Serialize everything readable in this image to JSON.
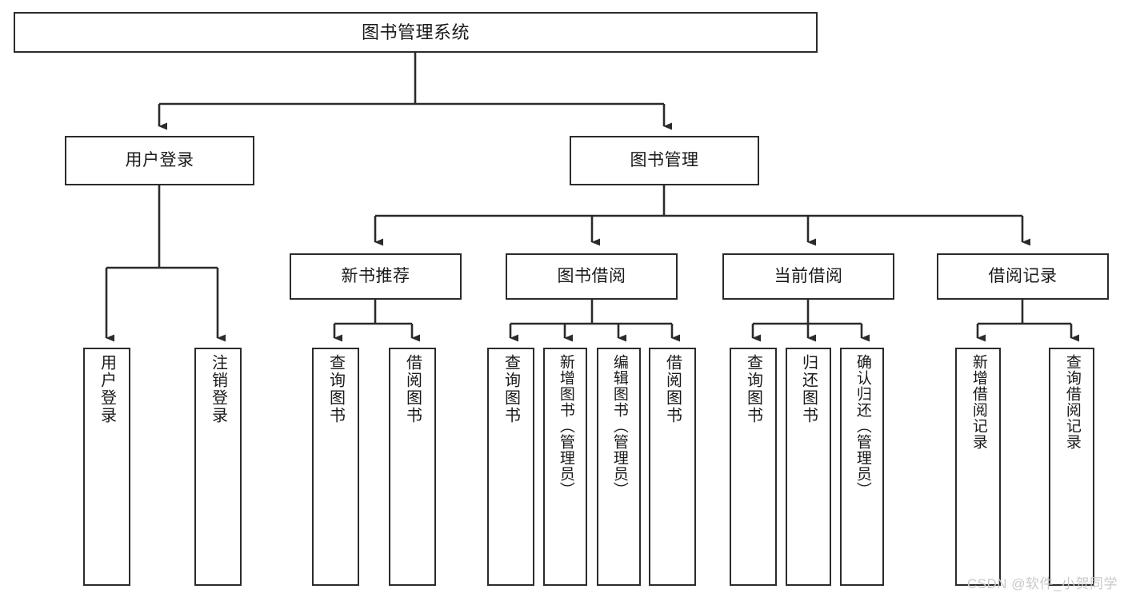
{
  "diagram": {
    "title": "图书管理系统",
    "type": "tree-hierarchy",
    "root": {
      "label": "图书管理系统"
    },
    "level1": [
      {
        "label": "用户登录"
      },
      {
        "label": "图书管理"
      }
    ],
    "level2": [
      {
        "label": "新书推荐"
      },
      {
        "label": "图书借阅"
      },
      {
        "label": "当前借阅"
      },
      {
        "label": "借阅记录"
      }
    ],
    "leaves": {
      "user_login": [
        {
          "label": "用户登录"
        },
        {
          "label": "注销登录"
        }
      ],
      "new_book_recommend": [
        {
          "label": "查询图书"
        },
        {
          "label": "借阅图书"
        }
      ],
      "book_borrow": [
        {
          "label": "查询图书"
        },
        {
          "label": "新增图书（管理员）"
        },
        {
          "label": "编辑图书（管理员）"
        },
        {
          "label": "借阅图书"
        }
      ],
      "current_borrow": [
        {
          "label": "查询图书"
        },
        {
          "label": "归还图书"
        },
        {
          "label": "确认归还（管理员）"
        }
      ],
      "borrow_record": [
        {
          "label": "新增借阅记录"
        },
        {
          "label": "查询借阅记录"
        }
      ]
    }
  },
  "watermark": {
    "text": "CSDN @软件_小贺同学"
  },
  "colors": {
    "border": "#2b2b2b",
    "background": "#ffffff",
    "text": "#1a1a1a",
    "watermark": "#c9c9c9"
  }
}
